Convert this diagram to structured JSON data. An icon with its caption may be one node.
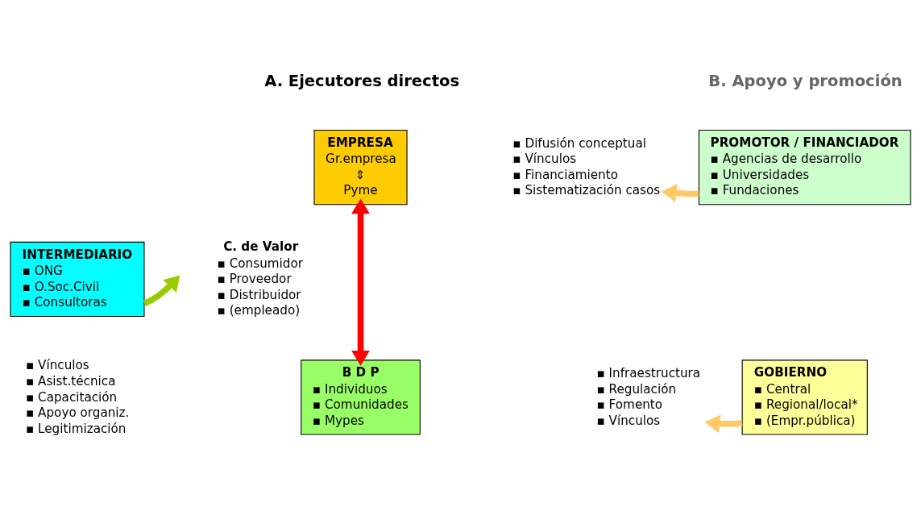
{
  "diagram": {
    "nodes": [
      {
        "text": [
          "EMPRESA",
          "Gr.empresa",
          "⇕",
          "Pyme"
        ]
      },
      {
        "text": [
          "INTERMEDIARIO",
          "▪ ONG",
          "▪ O.Soc.Civil",
          "▪ Consultoras"
        ],
        "beside": [
          "▪ Vínculos",
          "▪ Asist.técnica",
          "▪ Capacitación",
          "▪ Apoyo organiz.",
          "▪ Legitimización"
        ]
      },
      {
        "text": [
          "B D P",
          "▪ Individuos",
          "▪ Comunidades",
          "▪ Mypes"
        ]
      },
      {
        "text": [
          "PROMOTOR / FINANCIADOR",
          "▪ Agencias de desarrollo",
          "▪ Universidades",
          "▪ Fundaciones"
        ]
      },
      {
        "text": [
          "▪ Difusión conceptual",
          "▪ Vínculos",
          "▪ Financiamiento",
          "▪ Sistematización casos"
        ]
      },
      {
        "text": [
          "GOBIERNO",
          "▪ Central",
          "▪ Regional/local*",
          "▪ (Empr.pública)"
        ]
      },
      {
        "text": [
          "▪ Infraestructura",
          "▪ Regulación",
          "▪ Fomento",
          "▪ Vínculos"
        ]
      }
    ],
    "edges": [
      {
        "from": 0,
        "to": 2,
        "arrow": "both",
        "color": "#ff0000"
      },
      {
        "from": 1,
        "to": null,
        "arrow": "to",
        "color": "#99cc00"
      },
      {
        "from": 3,
        "to": 4,
        "arrow": "to",
        "color": "#ffc966"
      },
      {
        "from": 5,
        "to": 6,
        "arrow": "to",
        "color": "#ffc966"
      }
    ],
    "labels": [
      "A. Ejecutores directos",
      "B. Apoyo y promoción",
      "C. de Valor",
      "▪ Consumidor",
      "▪ Proveedor",
      "▪ Distribuidor",
      "▪ (empleado)"
    ]
  }
}
